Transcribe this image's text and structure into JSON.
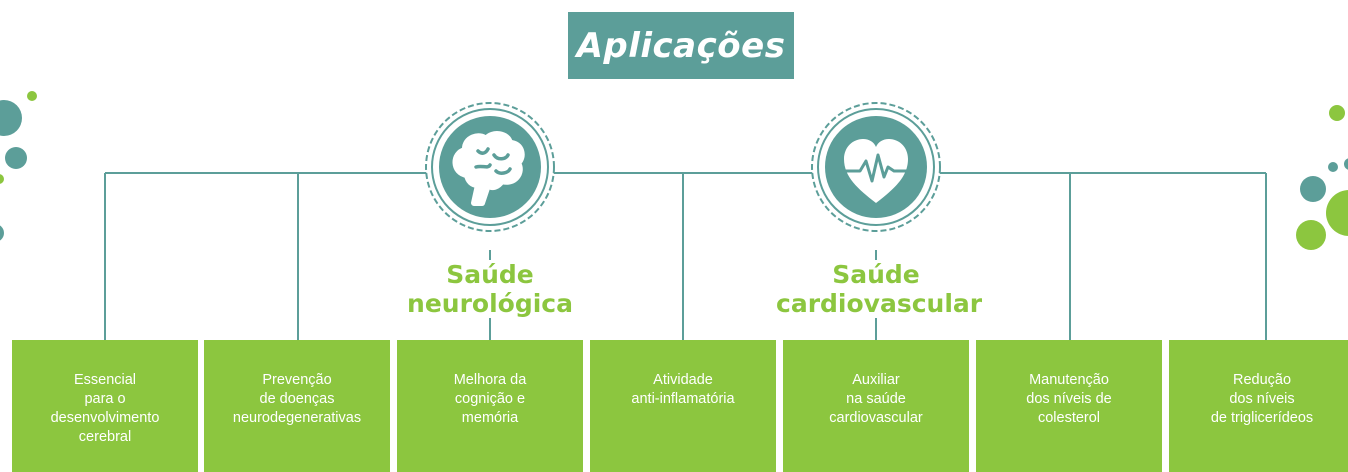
{
  "title": "Aplicações",
  "categories": [
    {
      "label": "Saúde\nneurológica",
      "icon": "brain-icon"
    },
    {
      "label": "Saúde\ncardiovascular",
      "icon": "heart-pulse-icon"
    }
  ],
  "applications": [
    "Essencial\npara o\ndesenvolvimento\ncerebral",
    "Prevenção\nde doenças\nneurodegenerativas",
    "Melhora da\ncognição e\nmemória",
    "Atividade\nanti-inflamatória",
    "Auxiliar\nna saúde\ncardiovascular",
    "Manutenção\ndos níveis de\ncolesterol",
    "Redução\ndos níveis\nde triglicerídeos"
  ],
  "colors": {
    "teal": "#5c9e99",
    "green": "#8cc63f",
    "white": "#ffffff"
  }
}
